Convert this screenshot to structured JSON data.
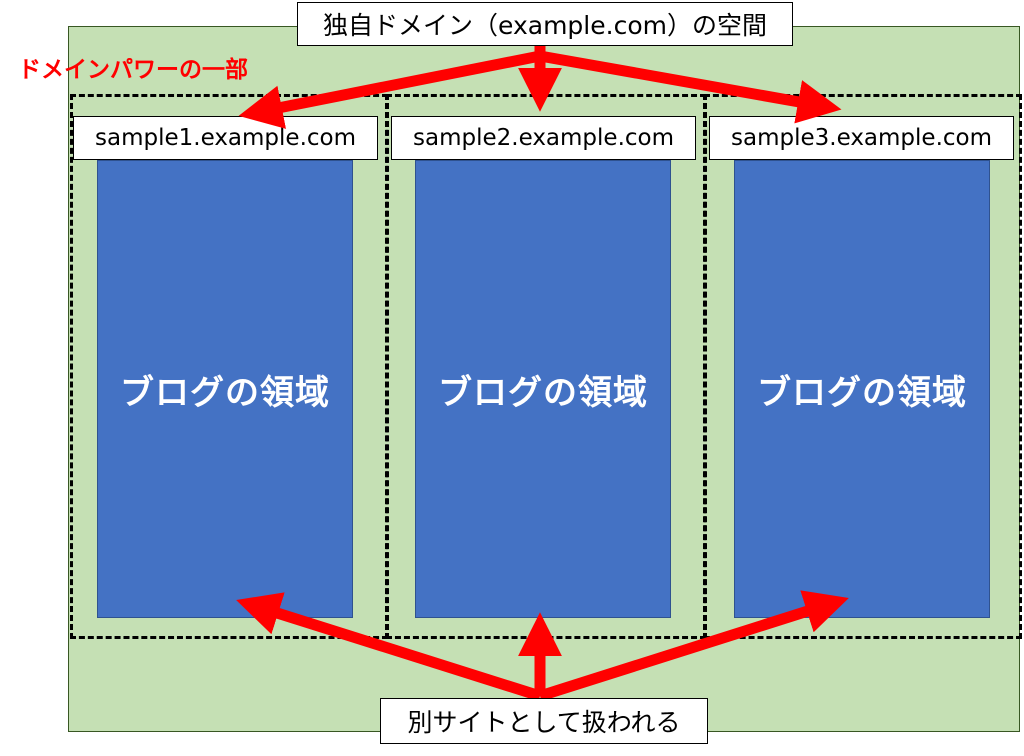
{
  "diagram": {
    "top_label": "独自ドメイン（example.com）の空間",
    "domain_power_label": "ドメインパワーの一部",
    "bottom_label": "別サイトとして扱われる",
    "subdomains": [
      {
        "host": "sample1.example.com",
        "area_label": "ブログの領域"
      },
      {
        "host": "sample2.example.com",
        "area_label": "ブログの領域"
      },
      {
        "host": "sample3.example.com",
        "area_label": "ブログの領域"
      }
    ],
    "colors": {
      "domain_space": "#c5e0b4",
      "blog_area": "#4472c4",
      "arrow": "#ff0000",
      "power_label": "#ff0000"
    }
  }
}
